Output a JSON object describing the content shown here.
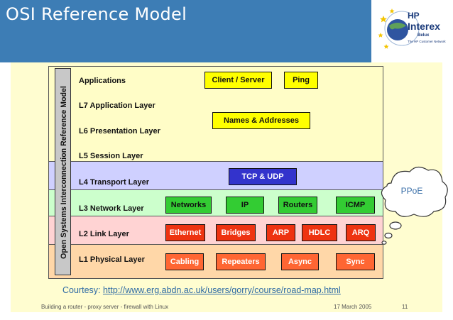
{
  "slide": {
    "title": "OSI Reference Model",
    "colors": {
      "header_bg": "#3d7db5",
      "content_bg": "#fffdd0"
    }
  },
  "logo": {
    "brand_top": "HP",
    "brand_main": "Interex",
    "brand_sub": "Belux",
    "tagline": "The HP Customer Network"
  },
  "diagram": {
    "vertical_label": "Open Systems Interconnection Reference Model",
    "layers": {
      "applications": "Applications",
      "l7": "L7 Application Layer",
      "l6": "L6 Presentation Layer",
      "l5": "L5 Session Layer",
      "l4": "L4 Transport Layer",
      "l3": "L3 Network Layer",
      "l2": "L2 Link Layer",
      "l1": "L1 Physical Layer"
    },
    "boxes": {
      "client_server": "Client / Server",
      "ping": "Ping",
      "names_addresses": "Names & Addresses",
      "tcp_udp": "TCP & UDP",
      "networks": "Networks",
      "ip": "IP",
      "routers": "Routers",
      "icmp": "ICMP",
      "ethernet": "Ethernet",
      "bridges": "Bridges",
      "arp": "ARP",
      "hdlc": "HDLC",
      "arq": "ARQ",
      "cabling": "Cabling",
      "repeaters": "Repeaters",
      "async": "Async",
      "sync": "Sync"
    },
    "band_colors": {
      "application": "#fffdc7",
      "transport": "#cfd0ff",
      "network": "#ccffcc",
      "link": "#ffd3d3",
      "physical": "#ffd7a8"
    }
  },
  "callout": {
    "label": "PPoE"
  },
  "courtesy": {
    "prefix": "Courtesy: ",
    "url": "http://www.erg.abdn.ac.uk/users/gorry/course/road-map.html"
  },
  "footer": {
    "left": "Building a router - proxy server - firewall with Linux",
    "date": "17 March 2005",
    "page": "11"
  }
}
